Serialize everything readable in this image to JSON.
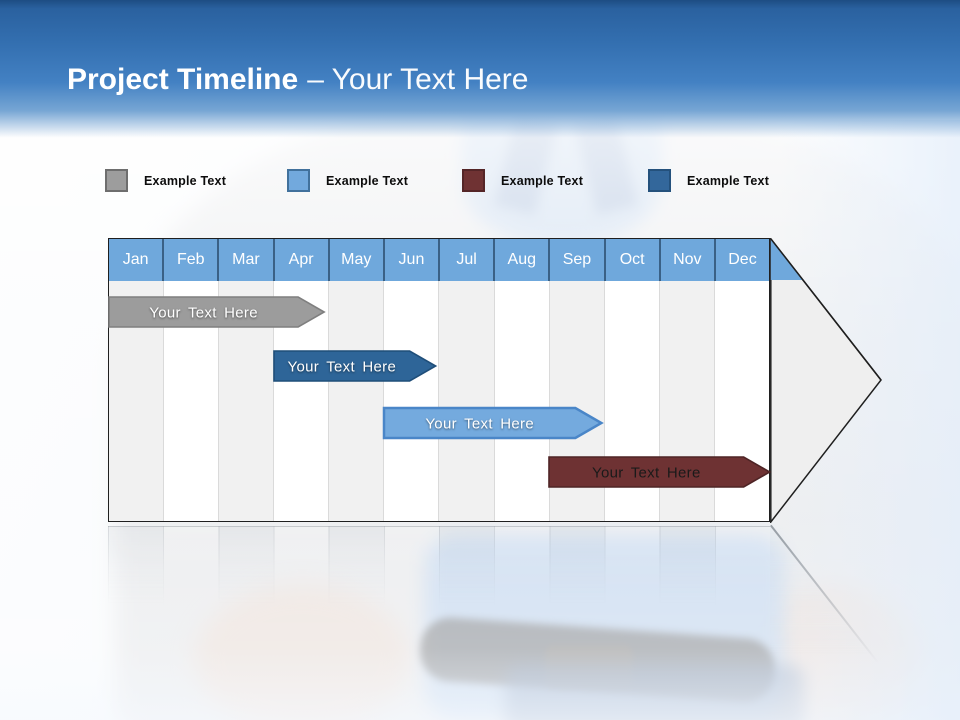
{
  "title": {
    "bold": "Project Timeline",
    "regular": "– Your Text Here"
  },
  "legend": [
    {
      "label": "Example Text",
      "fill": "#9D9D9D",
      "border": "#6E6E6E"
    },
    {
      "label": "Example Text",
      "fill": "#72A9DD",
      "border": "#41719C"
    },
    {
      "label": "Example Text",
      "fill": "#6F3233",
      "border": "#542527"
    },
    {
      "label": "Example Text",
      "fill": "#33679B",
      "border": "#24517C"
    }
  ],
  "chart_data": {
    "type": "bar",
    "subtype": "gantt-timeline-arrow",
    "title": "Project Timeline",
    "categories": [
      "Jan",
      "Feb",
      "Mar",
      "Apr",
      "May",
      "Jun",
      "Jul",
      "Aug",
      "Sep",
      "Oct",
      "Nov",
      "Dec"
    ],
    "header_color": "#6FA8DC",
    "column_stripe_colors": [
      "#F1F1F1",
      "#FFFFFF"
    ],
    "arrowhead_color": "#EFEFEF",
    "bars": [
      {
        "label": "Your Text Here",
        "row": 0,
        "start_month": 0.02,
        "end_month": 3.92,
        "fill": "#9C9C9C",
        "stroke": "#7F7F7F",
        "stroke_width": 1.6,
        "text_color": "#FFFFFF"
      },
      {
        "label": "Your Text Here",
        "row": 1,
        "start_month": 3.0,
        "end_month": 5.93,
        "fill": "#2E6598",
        "stroke": "#1F4E79",
        "stroke_width": 1.6,
        "text_color": "#FFFFFF"
      },
      {
        "label": "Your Text Here",
        "row": 2,
        "start_month": 5.0,
        "end_month": 8.94,
        "fill": "#74AADE",
        "stroke": "#4A86C8",
        "stroke_width": 2.5,
        "text_color": "#FFFFFF"
      },
      {
        "label": "Your Text Here",
        "row": 3,
        "start_month": 8.0,
        "end_month": 12.0,
        "fill": "#6E3233",
        "stroke": "#4E2425",
        "stroke_width": 1.6,
        "text_color": "#1A1A1A"
      }
    ]
  }
}
